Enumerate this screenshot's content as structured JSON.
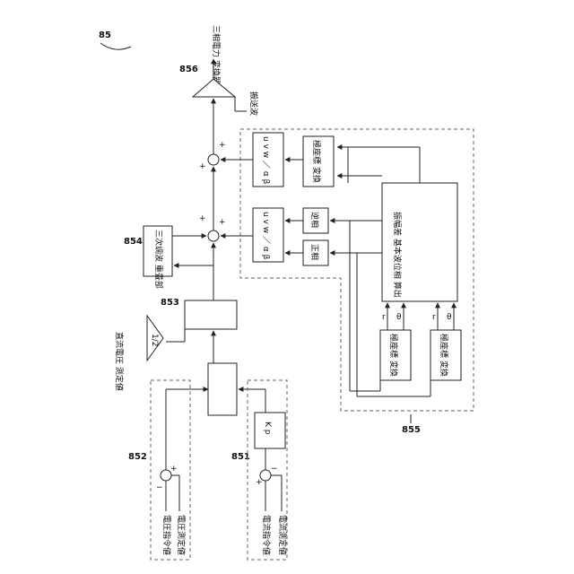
{
  "figure": {
    "ref_main": "85",
    "ref_sum_voltage": "852",
    "ref_sum_current": "851",
    "ref_regulator": "853",
    "ref_third_harmonic": "854",
    "ref_uvw_block": "855",
    "ref_pwm": "856"
  },
  "labels": {
    "output": "三相電力 変換器へ",
    "carrier": "搬送波",
    "dc_voltage": "直流電圧 測定値",
    "half": "1/2",
    "third_harmonic": "三次調波 重畳部",
    "kp": "K p",
    "voltage_command": "電圧指令値",
    "voltage_measured": "電圧測定値",
    "current_command": "電流指令値",
    "current_measured": "電流測定値",
    "uvw_ab_top": "u v w ／ α β",
    "uvw_ab_bottom": "u v w ／ α β",
    "coord_transform_top": "極座標 変換",
    "reverse_phase": "逆相",
    "positive_phase": "正相",
    "amplitude_diff": "振幅差 基本波位相 算出",
    "polar_1": "極座標 変換",
    "polar_2": "極座標 変換",
    "r_1": "r",
    "theta_1": "θ",
    "r_2": "r",
    "theta_2": "θ",
    "plus_1": "+",
    "plus_2": "+",
    "plus_3": "+",
    "plus_4": "+",
    "minus_1": "−",
    "plus_5": "+",
    "plus_6": "+",
    "minus_2": "−"
  }
}
